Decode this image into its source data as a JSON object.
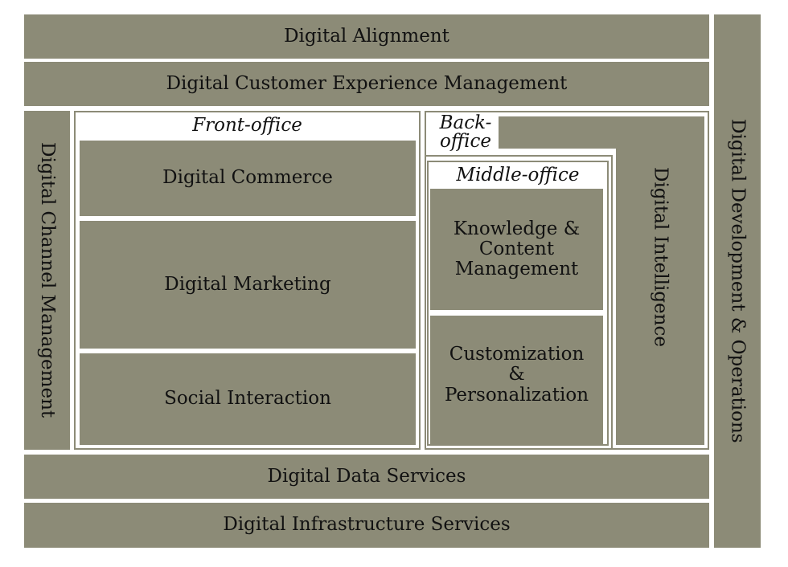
{
  "layers": {
    "alignment": "Digital Alignment",
    "customer_experience": "Digital Customer Experience Management",
    "channel_management": "Digital Channel Management",
    "development_operations": "Digital Development & Operations",
    "data_services": "Digital Data Services",
    "infrastructure_services": "Digital Infrastructure Services"
  },
  "front_office": {
    "label": "Front-office",
    "items": [
      "Digital Commerce",
      "Digital Marketing",
      "Social Interaction"
    ]
  },
  "back_office": {
    "label": "Back-\noffice",
    "intelligence": "Digital Intelligence"
  },
  "middle_office": {
    "label": "Middle-office",
    "items": [
      "Knowledge &\nContent\nManagement",
      "Customization\n&\nPersonalization"
    ]
  },
  "colors": {
    "box_fill": "#8c8b77",
    "text": "#111111",
    "background": "#ffffff"
  }
}
